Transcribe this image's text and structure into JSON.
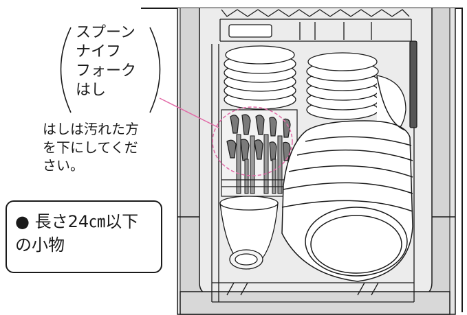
{
  "cutlery_label": "スプーン\nナイフ\nフォーク\nはし",
  "cutlery_note": "はしは汚れた方\nを下にしてくだ\nさい。",
  "size_note": "● 長さ24㎝以下\nの小物",
  "colors": {
    "callout_pink": "#e26aa7",
    "panel_gray": "#d4d4d4",
    "line": "#1a1a1a"
  }
}
